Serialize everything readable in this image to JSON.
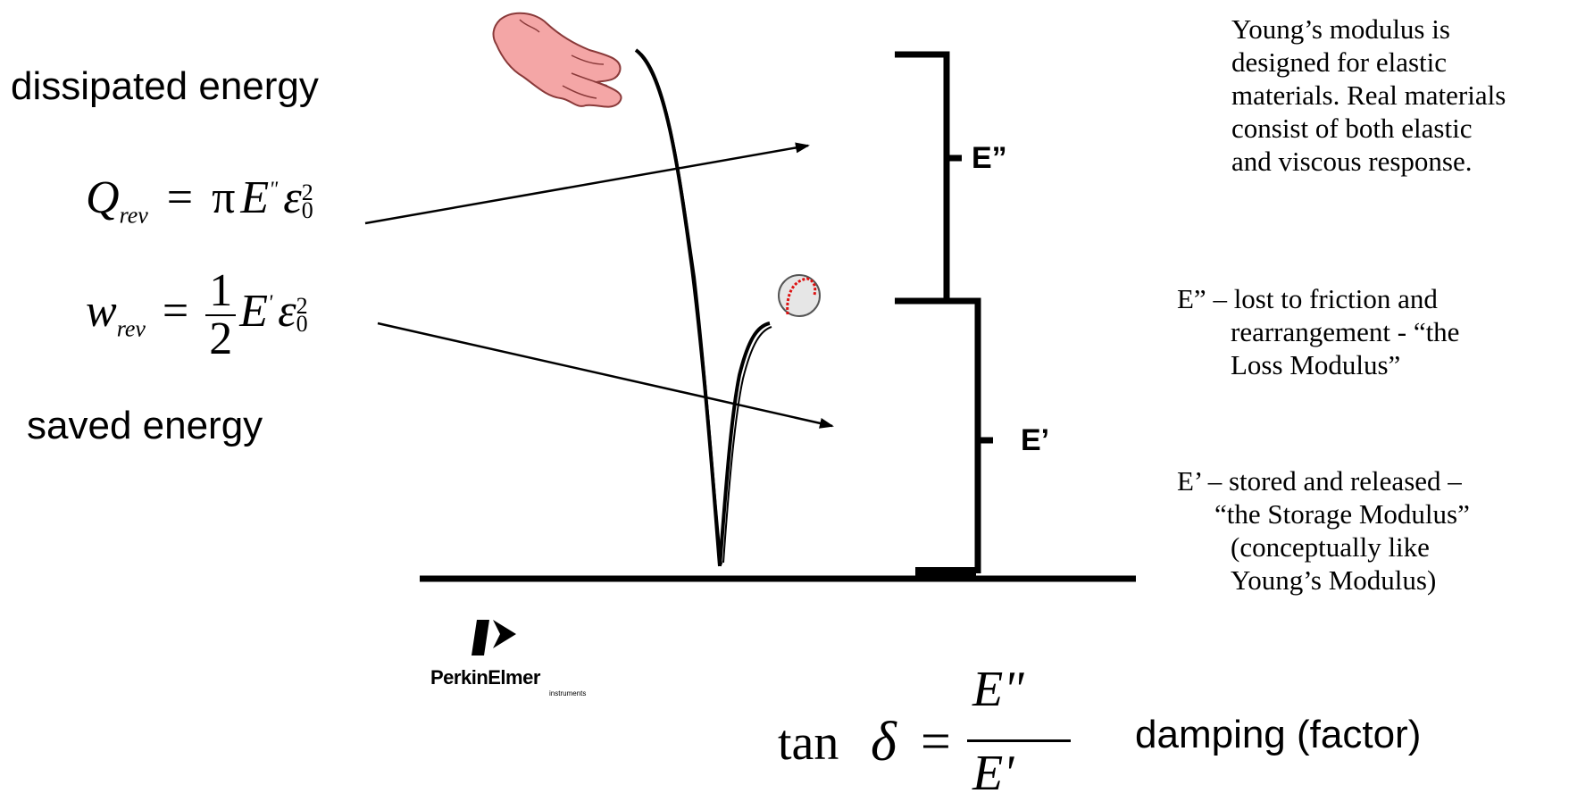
{
  "labels": {
    "dissipated": "dissipated energy",
    "saved": "saved energy",
    "e_double": "E”",
    "e_single": "E’",
    "damping": "damping (factor)"
  },
  "equations": {
    "q_lhs": "Q",
    "q_sub": "rev",
    "q_rhs_pi": "π",
    "q_rhs_E": "E",
    "q_rhs_prime": "\"",
    "q_rhs_eps": "ε",
    "q_rhs_sub": "0",
    "q_rhs_sup": "2",
    "w_lhs": "w",
    "w_sub": "rev",
    "w_frac_num": "1",
    "w_frac_den": "2",
    "w_rhs_E": "E",
    "w_rhs_prime": "'",
    "w_rhs_eps": "ε",
    "w_rhs_sub": "0",
    "w_rhs_sup": "2",
    "tan": "tan",
    "delta": "δ",
    "eq": "=",
    "frac_num": "E\"",
    "frac_den": "E'"
  },
  "notes": {
    "young": [
      "Young’s modulus is",
      "designed for elastic",
      "materials. Real materials",
      "consist of both elastic",
      "and viscous response."
    ],
    "loss": [
      "E” – lost to friction and",
      "rearrangement - “the",
      "Loss Modulus”"
    ],
    "storage": [
      "E’ – stored and released –",
      "“the Storage Modulus”",
      "(conceptually like",
      "Young’s Modulus)"
    ]
  },
  "logo": {
    "brand": "PerkinElmer",
    "sub": "instruments"
  },
  "icons": [
    "hand-icon",
    "baseball-icon",
    "perkinelmer-logo-icon"
  ]
}
